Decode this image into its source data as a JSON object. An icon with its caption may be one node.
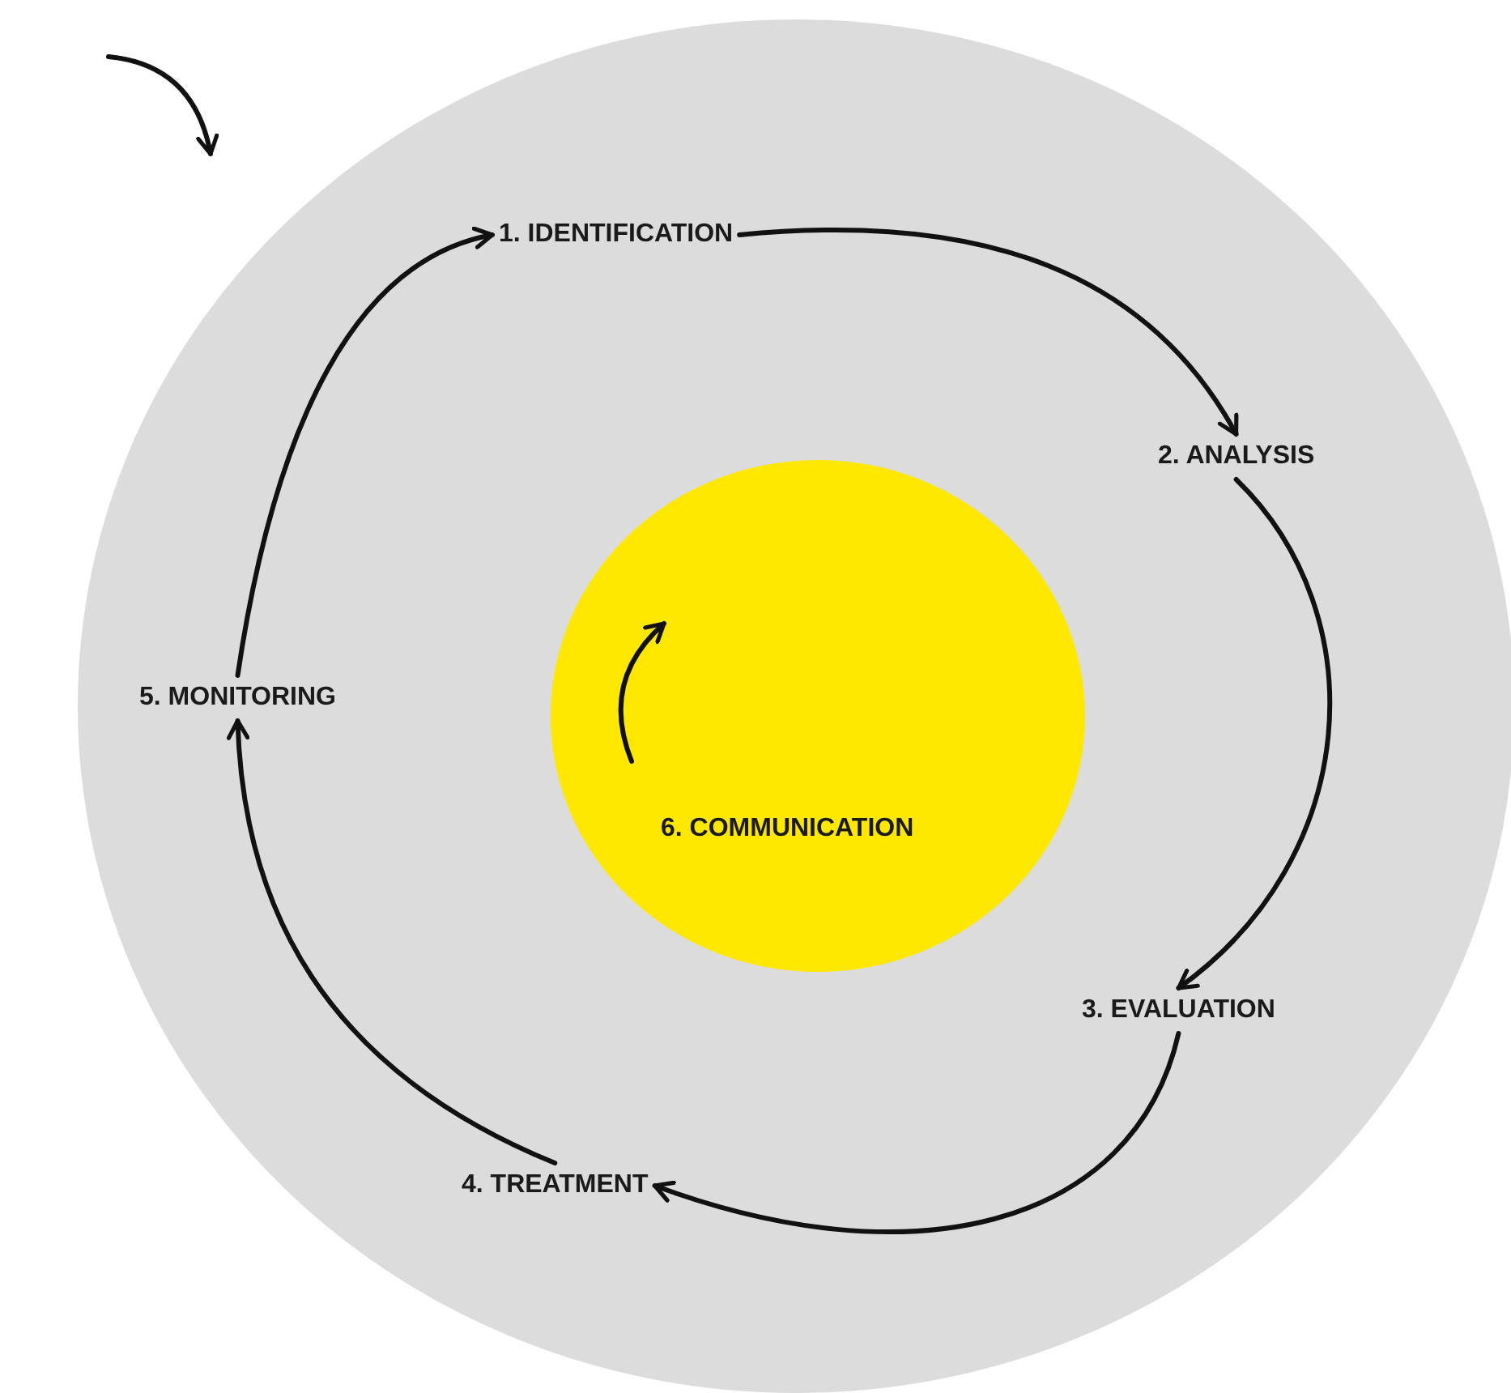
{
  "diagram": {
    "nodes": [
      {
        "text": [],
        "shape": "circle"
      },
      {
        "text": [
          "1. IDENTIFICATION"
        ],
        "in": 0
      },
      {
        "text": [
          "2. ANALYSIS"
        ],
        "in": 0
      },
      {
        "text": [
          "3. EVALUATION"
        ],
        "in": 0
      },
      {
        "text": [
          "4. TREATMENT"
        ],
        "in": 0
      },
      {
        "text": [
          "5. MONITORING"
        ],
        "in": 0
      },
      {
        "text": [
          "6. COMMUNICATION"
        ],
        "in": 0
      }
    ],
    "edges": [
      {
        "from": 1,
        "to": 2,
        "arrow": "to"
      },
      {
        "from": 2,
        "to": 3,
        "arrow": "to"
      },
      {
        "from": 3,
        "to": 4,
        "arrow": "to"
      },
      {
        "from": 4,
        "to": 5,
        "arrow": "to"
      },
      {
        "from": 5,
        "to": 1,
        "arrow": "to"
      }
    ]
  }
}
